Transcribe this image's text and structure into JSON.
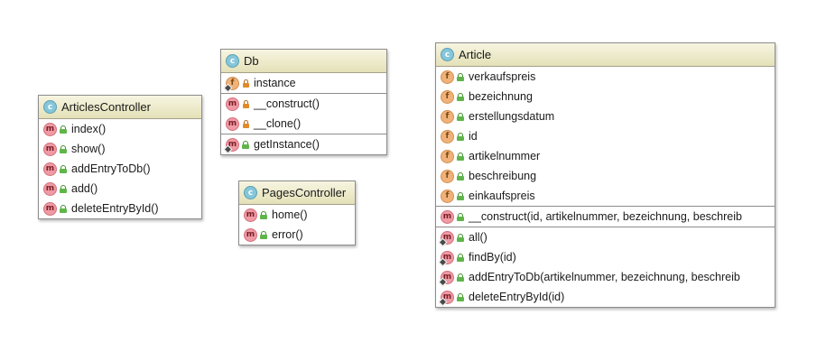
{
  "classes": [
    {
      "name": "ArticlesController",
      "sections": [
        [
          {
            "kind": "m",
            "label": "index()"
          },
          {
            "kind": "m",
            "label": "show()"
          },
          {
            "kind": "m",
            "label": "addEntryToDb()"
          },
          {
            "kind": "m",
            "label": "add()"
          },
          {
            "kind": "m",
            "label": "deleteEntryById()"
          }
        ]
      ]
    },
    {
      "name": "Db",
      "sections": [
        [
          {
            "kind": "f",
            "static": true,
            "vis": "private",
            "label": "instance"
          }
        ],
        [
          {
            "kind": "m",
            "vis": "private",
            "label": "__construct()"
          },
          {
            "kind": "m",
            "vis": "private",
            "label": "__clone()"
          }
        ],
        [
          {
            "kind": "m",
            "static": true,
            "label": "getInstance()"
          }
        ]
      ]
    },
    {
      "name": "PagesController",
      "sections": [
        [
          {
            "kind": "m",
            "label": "home()"
          },
          {
            "kind": "m",
            "label": "error()"
          }
        ]
      ]
    },
    {
      "name": "Article",
      "sections": [
        [
          {
            "kind": "f",
            "label": "verkaufspreis"
          },
          {
            "kind": "f",
            "label": "bezeichnung"
          },
          {
            "kind": "f",
            "label": "erstellungsdatum"
          },
          {
            "kind": "f",
            "label": "id"
          },
          {
            "kind": "f",
            "label": "artikelnummer"
          },
          {
            "kind": "f",
            "label": "beschreibung"
          },
          {
            "kind": "f",
            "label": "einkaufspreis"
          }
        ],
        [
          {
            "kind": "m",
            "label": "__construct(id, artikelnummer, bezeichnung, beschreib"
          }
        ],
        [
          {
            "kind": "m",
            "static": true,
            "label": "all()"
          },
          {
            "kind": "m",
            "static": true,
            "label": "findBy(id)"
          },
          {
            "kind": "m",
            "static": true,
            "label": "addEntryToDb(artikelnummer, bezeichnung, beschreib"
          },
          {
            "kind": "m",
            "static": true,
            "label": "deleteEntryById(id)"
          }
        ]
      ]
    }
  ]
}
